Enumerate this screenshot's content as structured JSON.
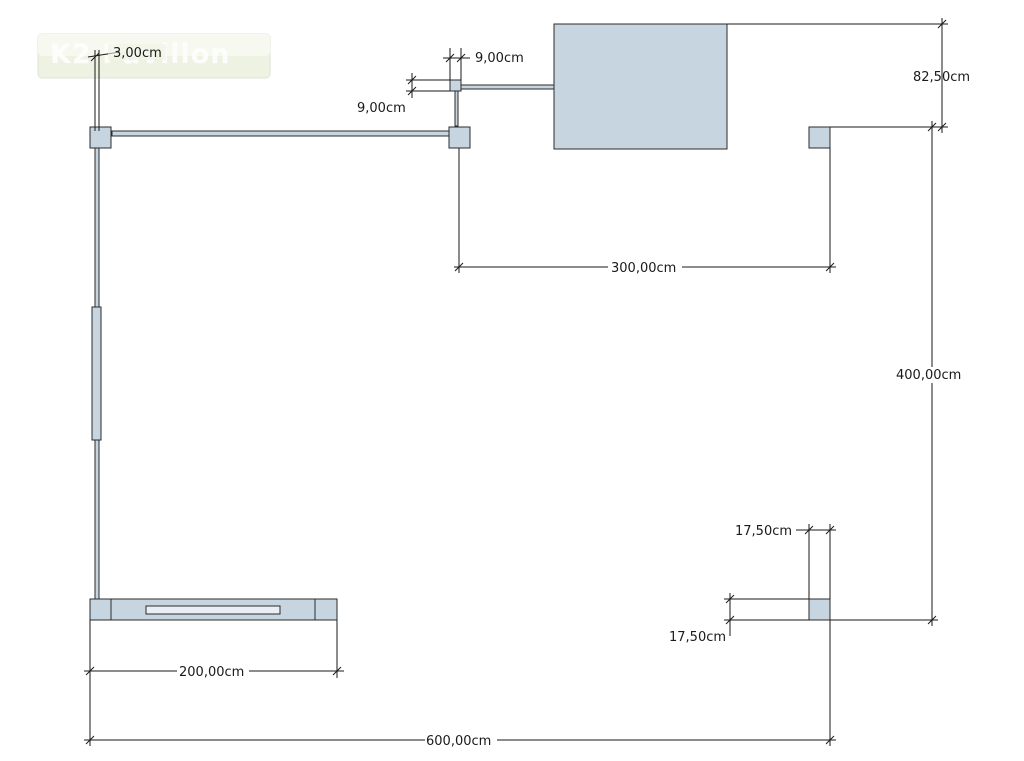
{
  "logo": {
    "text": "K2 Pavillon"
  },
  "colors": {
    "post_fill": "#c7d5e0",
    "stroke": "#2b2b2b",
    "logo_bg": "#eef2e2",
    "dim_line": "#1a1a1a"
  },
  "dimensions": {
    "wall_thickness": "3,00cm",
    "small_post_width": "9,00cm",
    "small_post_height": "9,00cm",
    "counter_offset": "82,50cm",
    "front_opening": "300,00cm",
    "side_depth": "400,00cm",
    "post_size_v": "17,50cm",
    "post_size_h": "17,50cm",
    "table_length": "200,00cm",
    "total_width": "600,00cm"
  }
}
